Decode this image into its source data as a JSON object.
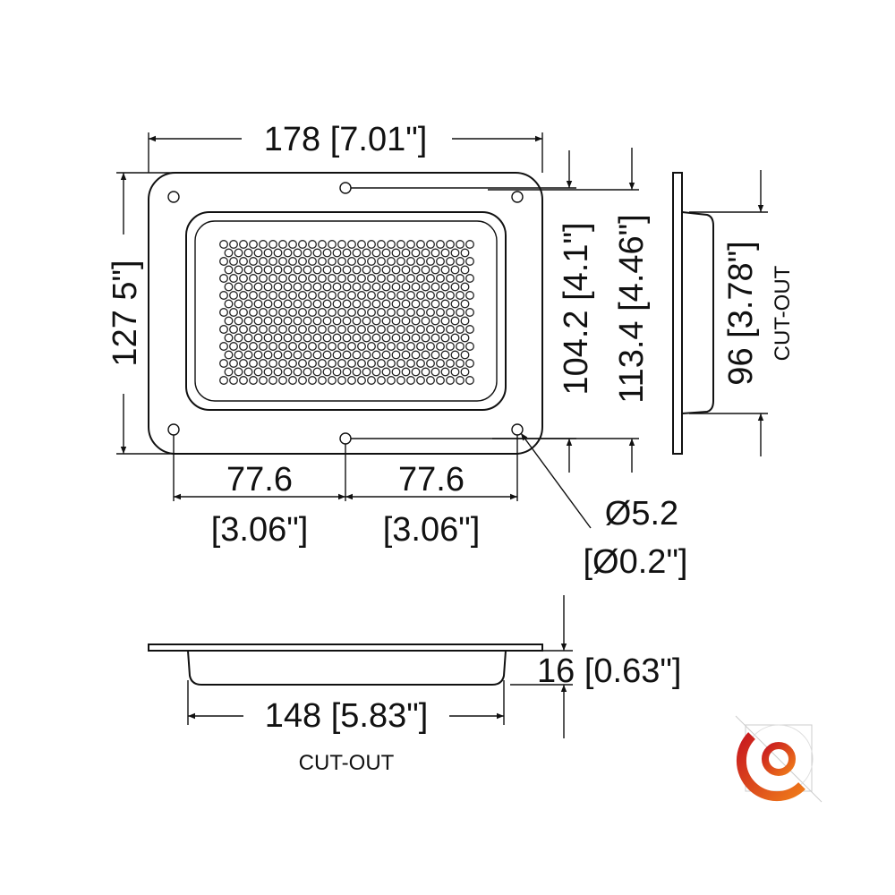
{
  "dimensions": {
    "width": "178 [7.01\"]",
    "height": "127 5\"]",
    "hole_spacing_v": "104.2 [4.1\"]",
    "recess_height": "113.4 [4.46\"]",
    "cutout_height": "96 [3.78\"]",
    "cutout_label_side": "CUT-OUT",
    "hole_spacing_h_left_mm": "77.6",
    "hole_spacing_h_left_in": "[3.06\"]",
    "hole_spacing_h_right_mm": "77.6",
    "hole_spacing_h_right_in": "[3.06\"]",
    "hole_dia_mm": "Ø5.2",
    "hole_dia_in": "[Ø0.2\"]",
    "depth": "16 [0.63\"]",
    "cutout_width": "148 [5.83\"]",
    "cutout_label_bottom": "CUT-OUT"
  },
  "logo": {
    "colors": [
      "#c8191f",
      "#ef7a1a"
    ]
  }
}
